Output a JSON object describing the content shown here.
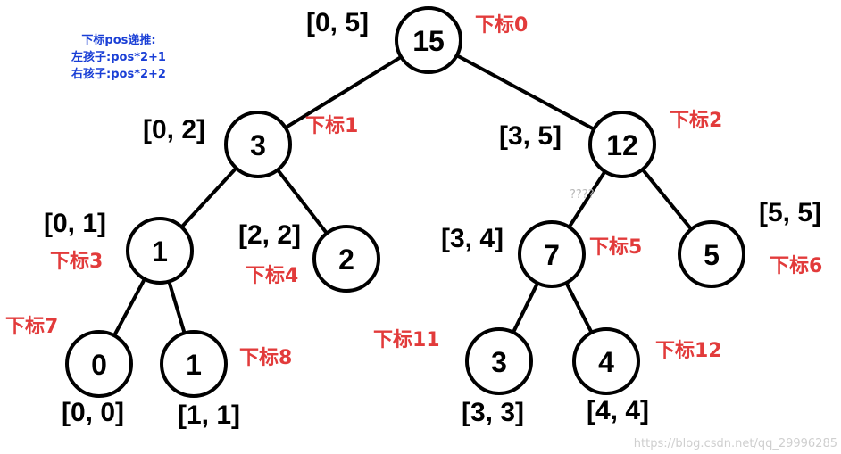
{
  "note": {
    "title": "下标pos递推:",
    "left_child": "左孩子:pos*2+1",
    "right_child": "右孩子:pos*2+2"
  },
  "colors": {
    "node": "#000000",
    "index_label": "#e23b3b",
    "note": "#1a3fd6"
  },
  "tree": {
    "nodes": [
      {
        "id": "n0",
        "value": "15",
        "range": "[0, 5]",
        "index": "下标0"
      },
      {
        "id": "n1",
        "value": "3",
        "range": "[0, 2]",
        "index": "下标1"
      },
      {
        "id": "n2",
        "value": "12",
        "range": "[3, 5]",
        "index": "下标2"
      },
      {
        "id": "n3",
        "value": "1",
        "range": "[0, 1]",
        "index": "下标3"
      },
      {
        "id": "n4",
        "value": "2",
        "range": "[2, 2]",
        "index": "下标4"
      },
      {
        "id": "n5",
        "value": "7",
        "range": "[3, 4]",
        "index": "下标5"
      },
      {
        "id": "n6",
        "value": "5",
        "range": "[5, 5]",
        "index": "下标6"
      },
      {
        "id": "n7",
        "value": "0",
        "range": "[0, 0]",
        "index": "下标7"
      },
      {
        "id": "n8",
        "value": "1",
        "range": "[1, 1]",
        "index": "下标8"
      },
      {
        "id": "n11",
        "value": "3",
        "range": "[3, 3]",
        "index": "下标11"
      },
      {
        "id": "n12",
        "value": "4",
        "range": "[4, 4]",
        "index": "下标12"
      }
    ],
    "edges": [
      [
        "n0",
        "n1"
      ],
      [
        "n0",
        "n2"
      ],
      [
        "n1",
        "n3"
      ],
      [
        "n1",
        "n4"
      ],
      [
        "n2",
        "n5"
      ],
      [
        "n2",
        "n6"
      ],
      [
        "n3",
        "n7"
      ],
      [
        "n3",
        "n8"
      ],
      [
        "n5",
        "n11"
      ],
      [
        "n5",
        "n12"
      ]
    ]
  },
  "stray_text": "????",
  "watermark": "https://blog.csdn.net/qq_29996285"
}
